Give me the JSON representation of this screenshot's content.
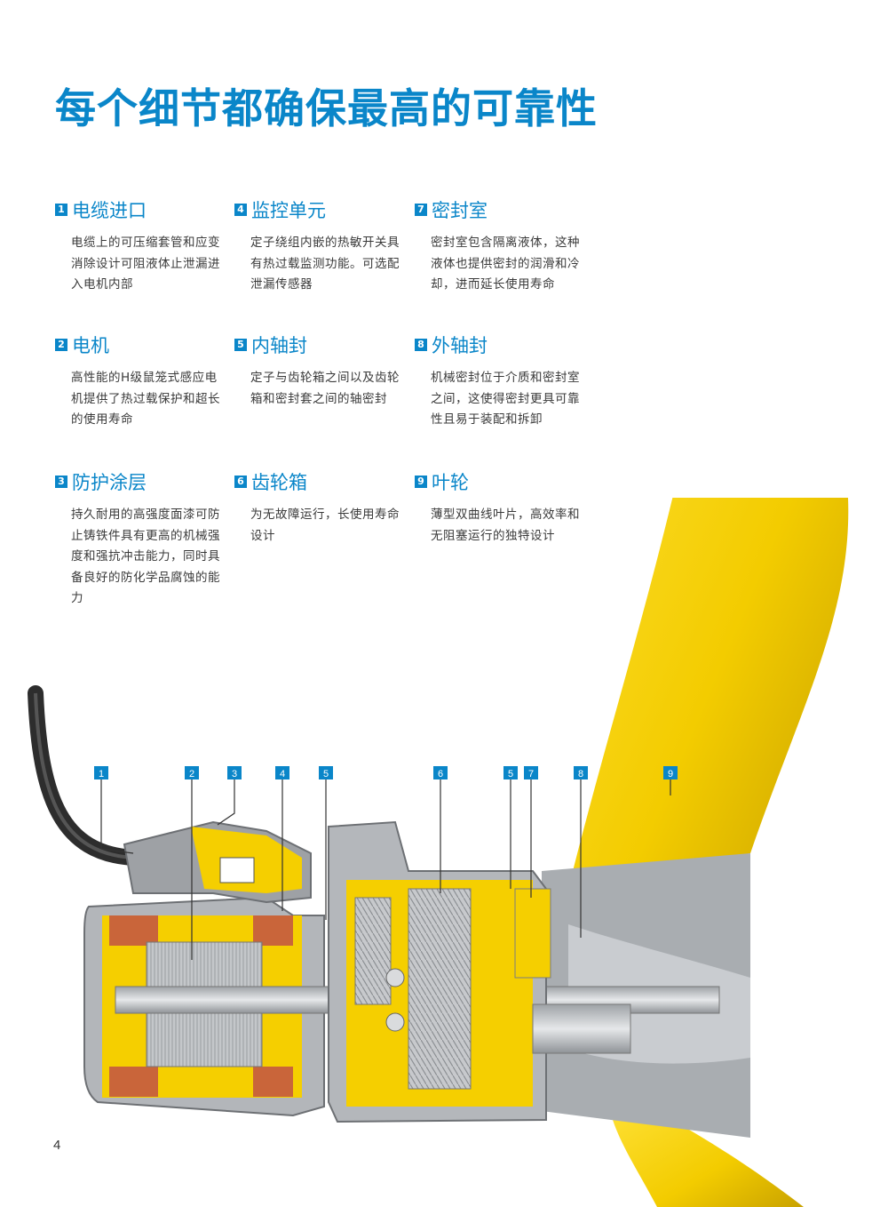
{
  "page": {
    "title": "每个细节都确保最高的可靠性",
    "page_number": "4"
  },
  "features": [
    {
      "num": "1",
      "title": "电缆进口",
      "desc": "电缆上的可压缩套管和应变消除设计可阻液体止泄漏进入电机内部"
    },
    {
      "num": "2",
      "title": "电机",
      "desc": "高性能的H级鼠笼式感应电机提供了热过载保护和超长的使用寿命"
    },
    {
      "num": "3",
      "title": "防护涂层",
      "desc": "持久耐用的高强度面漆可防止铸铁件具有更高的机械强度和强抗冲击能力，同时具备良好的防化学品腐蚀的能力"
    },
    {
      "num": "4",
      "title": "监控单元",
      "desc": "定子绕组内嵌的热敏开关具有热过载监测功能。可选配泄漏传感器"
    },
    {
      "num": "5",
      "title": "内轴封",
      "desc": "定子与齿轮箱之间以及齿轮箱和密封套之间的轴密封"
    },
    {
      "num": "6",
      "title": "齿轮箱",
      "desc": "为无故障运行，长使用寿命设计"
    },
    {
      "num": "7",
      "title": "密封室",
      "desc": "密封室包含隔离液体，这种液体也提供密封的润滑和冷却，进而延长使用寿命"
    },
    {
      "num": "8",
      "title": "外轴封",
      "desc": "机械密封位于介质和密封室之间，这使得密封更具可靠性且易于装配和拆卸"
    },
    {
      "num": "9",
      "title": "叶轮",
      "desc": "薄型双曲线叶片，高效率和无阻塞运行的独特设计"
    }
  ],
  "callouts": [
    "1",
    "2",
    "3",
    "4",
    "5",
    "6",
    "5",
    "7",
    "8",
    "9"
  ],
  "colors": {
    "brand_blue": "#0a86c9",
    "impeller_yellow": "#f2d000",
    "housing_yellow": "#f5cf00",
    "steel_grey": "#b9bcbf",
    "copper": "#c9653a"
  }
}
